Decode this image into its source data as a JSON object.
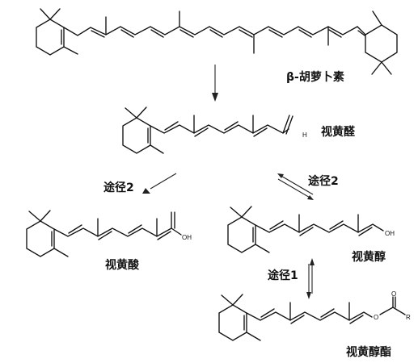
{
  "compounds": {
    "beta_carotene": "β-胡萝卜素",
    "retinal": "视黄醛",
    "retinoic_acid": "视黄酸",
    "retinol": "视黄醇",
    "retinyl_ester": "视黄醇酯"
  },
  "pathways": {
    "to_acid": "途径2",
    "retinal_retinol": "途径2",
    "retinol_ester": "途径1"
  },
  "atoms": {
    "aldehyde_h": "H",
    "acid_oh": "OH",
    "alcohol_oh": "OH",
    "ester_o": "O",
    "ester_r": "R"
  }
}
